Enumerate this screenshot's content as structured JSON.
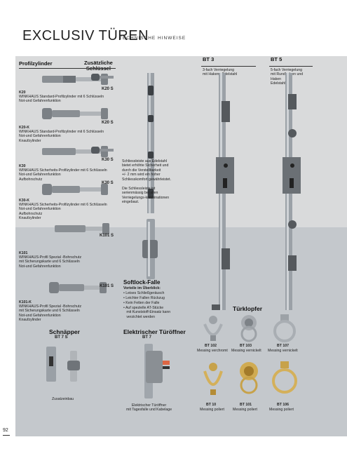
{
  "header": {
    "title": "EXCLUSIV TÜREN",
    "subtitle": "TECHNISCHE HINWEISE"
  },
  "columns": {
    "profilzylinder": "Profilzylinder",
    "zusaetzliche_schluessel": "Zusätzliche\nSchlüssel",
    "bt3": "BT 3",
    "bt5": "BT 5"
  },
  "bt3_desc": "3-fach Verriegelung\nmit Haken - Edelstahl",
  "bt5_desc": "5-fach Verriegelung\nmit Rundbolzen und\nHaken\nEdelstahl",
  "cylinders": [
    {
      "key_label": "K20 S",
      "code": "K20",
      "desc": "WINKHAUS Standard-Profilzylinder mit 6 Schlüsseln\nNot-und Gefahrenfunktion"
    },
    {
      "key_label": "K20 S",
      "code": "K20-K",
      "desc": "WINKHAUS Standard-Profilzylinder mit 6 Schlüsseln\nNot-und Gefahrenfunktion\nKnaufzylinder"
    },
    {
      "key_label": "K30 S",
      "code": "K30",
      "desc": "WINKHAUS Sicherheits-Profilzylinder mit 6 Schlüsseln\nNot-und Gefahrenfunktion\nAufbohrschutz"
    },
    {
      "key_label": "K30 S",
      "code": "K30-K",
      "desc": "WINKHAUS Sicherheits-Profilzylinder mit 6 Schlüsseln\nNot-und Gefahrenfunktion\nAufbohrschutz\nKnaufzylinder"
    },
    {
      "key_label": "K101 S",
      "code": "K101",
      "desc": "WINKHAUS-Profil Spezial -Bohrschutz\nmit Sicherungskarte und 6 Schlüsseln\nNot-und Gefahrenfunktion"
    },
    {
      "key_label": "K101 S",
      "code": "K101-K",
      "desc": "WINKHAUS-Profil Spezial -Bohrschutz\nmit Sicherungskarte und 6 Schlüsseln\nNot-und Gefahrenfunktion\nKnaufzylinder"
    }
  ],
  "schliessleiste": {
    "text1": "Schliessleiste aus Edelstahl\nbietet erhöhte Sicherheit und\ndurch die Verstellbarkeit\n+/- 2 mm wird ein hoher\nSchliesskomfort gewährleistet.",
    "text2": "Die Schliessleiste ist\nserienmässig bei allen\nVerriegelungs-kombinationen\neingebaut."
  },
  "softlock": {
    "title": "Softlock-Falle",
    "subtitle": "Vorteile im Überblick:",
    "items": [
      "• Leises Schließgeräusch",
      "• Leichter Fallen Rückzug",
      "• Kein Fetten der Falle",
      "• Auf spezielle AT-Stücke\n   mit Kunststoff-Einsatz kann\n   verzichtet werden"
    ]
  },
  "tuerklopfer": {
    "title": "Türklopfer",
    "items": [
      {
        "code": "BT 102",
        "finish": "Messing verchromt"
      },
      {
        "code": "BT 103",
        "finish": "Messing vernickelt"
      },
      {
        "code": "BT 107",
        "finish": "Messing vernickelt"
      },
      {
        "code": "BT 10",
        "finish": "Messing poliert"
      },
      {
        "code": "BT 101",
        "finish": "Messing poliert"
      },
      {
        "code": "BT 106",
        "finish": "Messing poliert"
      }
    ]
  },
  "schnapper": {
    "title": "Schnäpper",
    "code": "BT 7 S",
    "caption": "Zusatzeinbau"
  },
  "tueroeffner": {
    "title": "Elektrischer Türöffner",
    "code": "BT 7",
    "caption": "Elektrischer Türöffner\nmit Tagesfalle und Kabelage"
  },
  "page_number": "92"
}
